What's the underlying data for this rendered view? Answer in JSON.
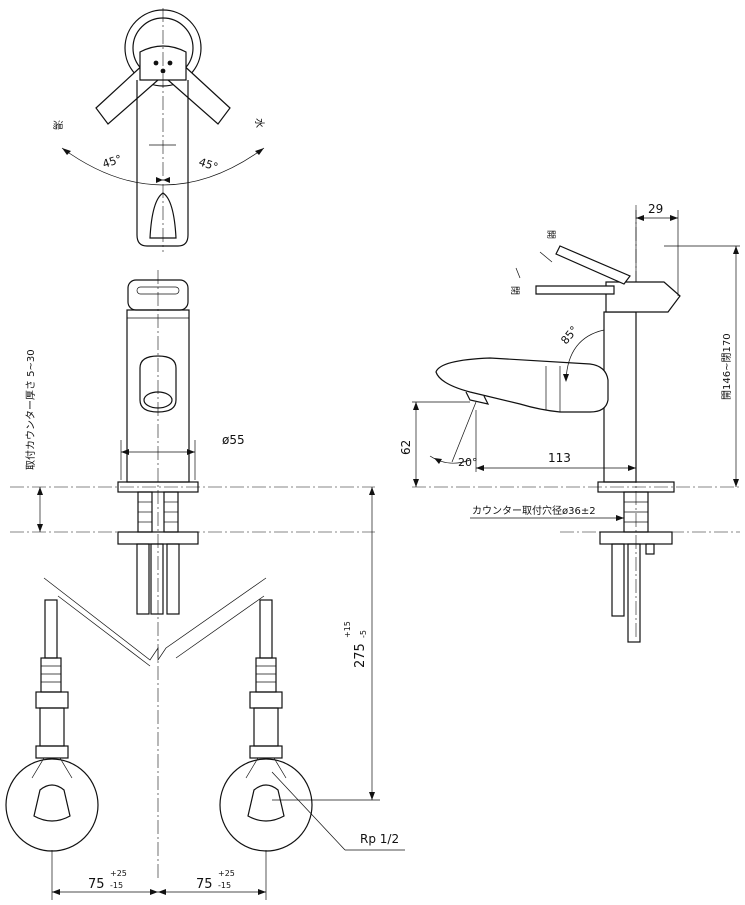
{
  "top_view": {
    "hot_label": "湯",
    "cold_label": "水",
    "angle_left": "45°",
    "angle_right": "45°"
  },
  "front_view": {
    "counter_thickness_label": "取付カウンター厚さ 5~30",
    "diameter_label": "ø55",
    "height_dim_main": "275",
    "height_dim_upper": "+15",
    "height_dim_lower": "-5",
    "spacing_left_main": "75",
    "spacing_left_upper": "+25",
    "spacing_left_lower": "-15",
    "spacing_right_main": "75",
    "spacing_right_upper": "+25",
    "spacing_right_lower": "-15",
    "thread_label": "Rp 1/2"
  },
  "side_view": {
    "dim_29": "29",
    "open_label_top": "開",
    "open_label_mid": "閉",
    "lever_angle": "85°",
    "spout_angle": "20°",
    "dim_62": "62",
    "dim_113": "113",
    "height_label": "開146~閉170",
    "counter_hole_label": "カウンター取付穴径ø36±2"
  }
}
